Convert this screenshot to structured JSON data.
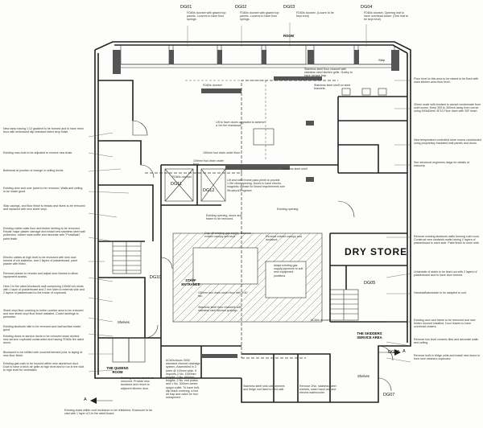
{
  "room_labels": {
    "dry_store": "DRY STORE",
    "room_top": "ROOM",
    "staff_entrance": "STAFF ENTRANCE",
    "queens_room": "THE QUEENS ROOM",
    "skidders_area": "THE SKIDDERS SERVICE AREA",
    "shelves": "Shelves",
    "shelves2": "Shelves"
  },
  "door_tags": {
    "dg01": "DG01",
    "dg02": "DG02",
    "dg03": "DG03",
    "dg04": "DG04",
    "dg11": "DG11",
    "dg12": "DG12",
    "dg10": "DG10",
    "dg05": "DG05",
    "dg06": "DG06",
    "dg07": "DG07"
  },
  "section_marks": {
    "a_left": "A",
    "a_right": "A",
    "step": "Step"
  },
  "top_notes": {
    "n1": "FD60s doorset with glazed top panels. Louvres to have floor springs.",
    "n2": "FD60s doorset with glazed top panels. Louvres to have floor springs.",
    "n3": "FD60s doorset. (Louvre to be kept shut)",
    "n4": "FD60s doorset. Opening leaf to have overhead closer. (One leaf to be kept shut)"
  },
  "left_notes": [
    "New ramp having 1:12 gradient to be formed and to have resin floor with embossed slip resistant sheet vinyl finish.",
    "Existing man-hole to be adjusted to receive new drain.",
    "Bulkhead at junction of change in ceiling levels.",
    "Existing door and over panel to be removed. Walls and ceiling to be made good.",
    "Stair casings, and floor finish to treads and risers to be removed and replaced with new sheet vinyl.",
    "Existing rubber slats floor and timber skirting to be removed. Repair major plaster damage and install new stainless steel wall protection. rubber slats buffer and decorate with \"Portaflash\" paint finish.",
    "Electric cables at high level to be enclosed with new duct formed of s/s stainless, and 2 layers of plasterboard, paint plaster with finish.",
    "Remove plaster to reveals and adjust door frames to allow equipment access.",
    "Hear 1hr fire rated blockwork wall comprising 100x50 s/s studs with 1 layer of plasterboard and 2 mm skim to external side and 2 layers of plasterboard to the inside of cupboard.",
    "Sheet vinyl floor covering to entire corridor area to be removed and new sheet vinyl floor finish installed. Coved skirtings to perimeter.",
    "Existing studwork stile to be removed and wall surface made good.",
    "Existing doors to service ducts to be removed down ducted, new service cupboard constructed and having FD60s fire rated doors.",
    "Blockwork to be infilled with concrete/cement prior to laying of new floor finish.",
    "Existing gas main to be housed within new aluminium duct. Duct to have a brick air grille at high level and to run in the duct to high level for ventilation.",
    "Existing ducts within void enclosure to be refinished. Enclosure to be clad with 1 layer of 1hr fire rated board."
  ],
  "right_notes": [
    "Floor level to this area to be raised to be flush with main kitchen area floor level.",
    "30mm scale with fondant to accept condensate from cold rooms. Keep 300 to 300mm away from corner using 400x40mm 3F13 Floor drain with 20F heart.",
    "New temperature controlled store rooms constructed using proprietary insulated wall panels and doors.",
    "See structural engineers dwgs for details of masonry.",
    "Remove existing studwork walls forming cold room. Construct new studwork walls having 2 layers of plasterboard to each side. Paint finish to room side.",
    "Underside of stairs to be lined out with 2 layers of plasterboard and to have door formed.",
    "Handrail/balustrade to be adapted to suit.",
    "Existing door and frame to be removed and new timber doorset installed. Door leaves to have overhead closers.",
    "Remove low level ceramic tiles and decorate walls and ceiling.",
    "Remove built-in fridge units and install new doors to form new cleaners cupboard."
  ],
  "inner_notes": {
    "n1": "Lift to have doors upgraded to achieve a 1hr fire resistance.",
    "n2": "Stainless steel floor channel with stainless steel kitchen grille. Gulley to have grease trap.",
    "n3": "150mm foul drain under floor.",
    "n4": "Stainless steel shelf on steel brackets.",
    "n5": "Lift and steel frame pass plinth to provide 1.0hr clear opening. Doors to have electro-magnetic release for linked requirements see Structural Engineer.",
    "n6": "Existing opening",
    "n7": "Existing opening, doors and frame to be removed.",
    "n8": "Cap off existing gas supply. Remove extract canopy and duct.",
    "n9": "Remove extract canopy and ductwork.",
    "n10": "Adapt existing gas supply pipework to suit new equipment positions.",
    "n11": "150mm foul drain under floor with 1:40 fall.",
    "n12": "Stainless steel floor channels with stainless steel kitchen gratings.",
    "n13": "AC60s doorset",
    "n14": "AC60s/doors 3000 standard channel drainage system. Assembled in 3 parts @ 100mm wide. It requires 2 No. 1000mm lengths, 2 No. 500mm lengths, 2 No. end plates and 1 No. 300mm centre spigot outlet. To have bolt-slip black covering, a foul air trap and valve for foul entrapment.",
    "n15": "Stainless steel sink unit, shelves and fridge unit fixed to tiled wall.",
    "n16": "Remove 2No. stainless steel shelves, wash hand unit and electric watercooler.",
    "n17": "FD60s doorset",
    "n18": "FD60s doorset",
    "n19": "Stainless steel shelf",
    "n20": "100mm foul drain under floor.",
    "n21": "Existing service duct to be removed. Provide new ductwork and return to adjacent kitchen door."
  }
}
